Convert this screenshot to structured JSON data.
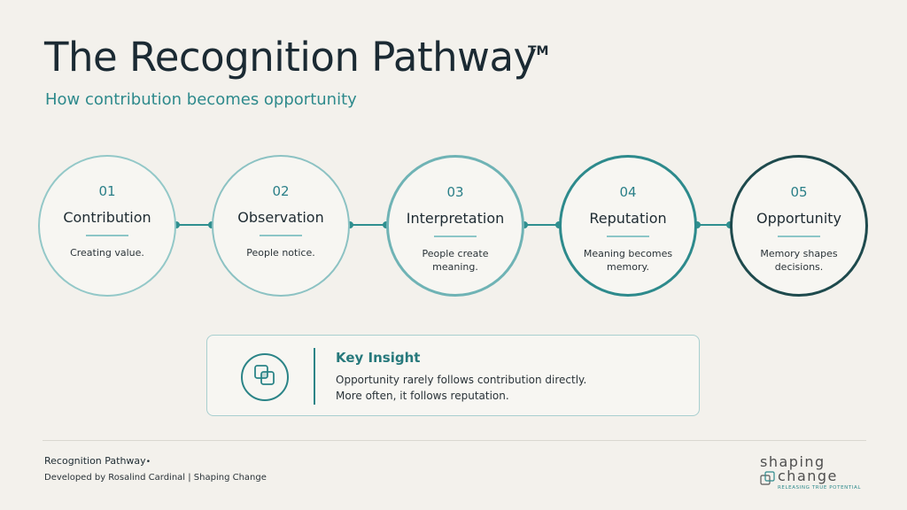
{
  "header": {
    "title": "The Recognition Pathway",
    "trademark": "TM",
    "subtitle": "How contribution becomes opportunity"
  },
  "steps": [
    {
      "number": "01",
      "name": "Contribution",
      "description": "Creating value."
    },
    {
      "number": "02",
      "name": "Observation",
      "description": "People notice."
    },
    {
      "number": "03",
      "name": "Interpretation",
      "description": "People create meaning."
    },
    {
      "number": "04",
      "name": "Reputation",
      "description": "Meaning becomes memory."
    },
    {
      "number": "05",
      "name": "Opportunity",
      "description": "Memory shapes decisions."
    }
  ],
  "insight": {
    "icon": "overlapping-squares-icon",
    "title": "Key Insight",
    "line1": "Opportunity rarely follows contribution directly.",
    "line2": "More often, it follows reputation."
  },
  "footer": {
    "title": "Recognition Pathway",
    "bullet": "•",
    "credit": "Developed by Rosalind Cardinal  |  Shaping Change",
    "brand_line1": "shaping",
    "brand_line2": "change",
    "brand_tagline": "RELEASING TRUE POTENTIAL"
  },
  "colors": {
    "background": "#f3f1ec",
    "accent": "#2e8a8c",
    "title": "#1b2a33",
    "step5_border": "#1e4a4d"
  }
}
